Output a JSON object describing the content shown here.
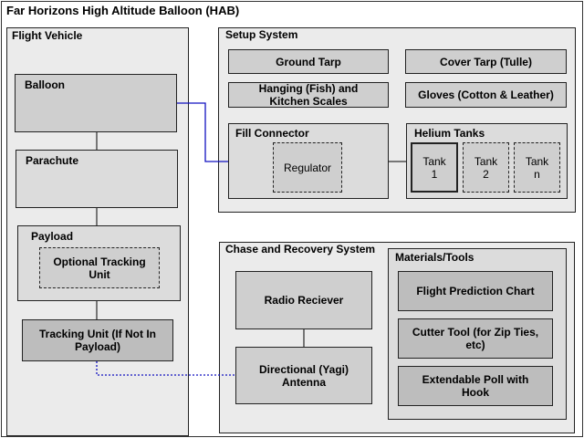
{
  "title": "Far Horizons High Altitude Balloon (HAB)",
  "flight_vehicle": {
    "title": "Flight Vehicle",
    "balloon": "Balloon",
    "parachute": "Parachute",
    "payload": "Payload",
    "optional_tracking": "Optional Tracking Unit",
    "tracking_unit": "Tracking Unit (If Not In Payload)"
  },
  "setup_system": {
    "title": "Setup System",
    "ground_tarp": "Ground Tarp",
    "cover_tarp": "Cover Tarp (Tulle)",
    "scales": "Hanging (Fish) and Kitchen Scales",
    "gloves": "Gloves (Cotton & Leather)",
    "fill_connector": "Fill Connector",
    "regulator": "Regulator",
    "helium_tanks": "Helium Tanks",
    "tank1": "Tank 1",
    "tank2": "Tank 2",
    "tankn": "Tank n"
  },
  "chase_recovery": {
    "title": "Chase and Recovery System",
    "radio_receiver": "Radio Reciever",
    "antenna": "Directional (Yagi) Antenna",
    "materials_title": "Materials/Tools",
    "flight_chart": "Flight Prediction Chart",
    "cutter_tool": "Cutter Tool (for Zip Ties, etc)",
    "extendable_poll": "Extendable Poll with Hook"
  },
  "colors": {
    "connector_line": "#1010c0",
    "line": "#000000"
  }
}
